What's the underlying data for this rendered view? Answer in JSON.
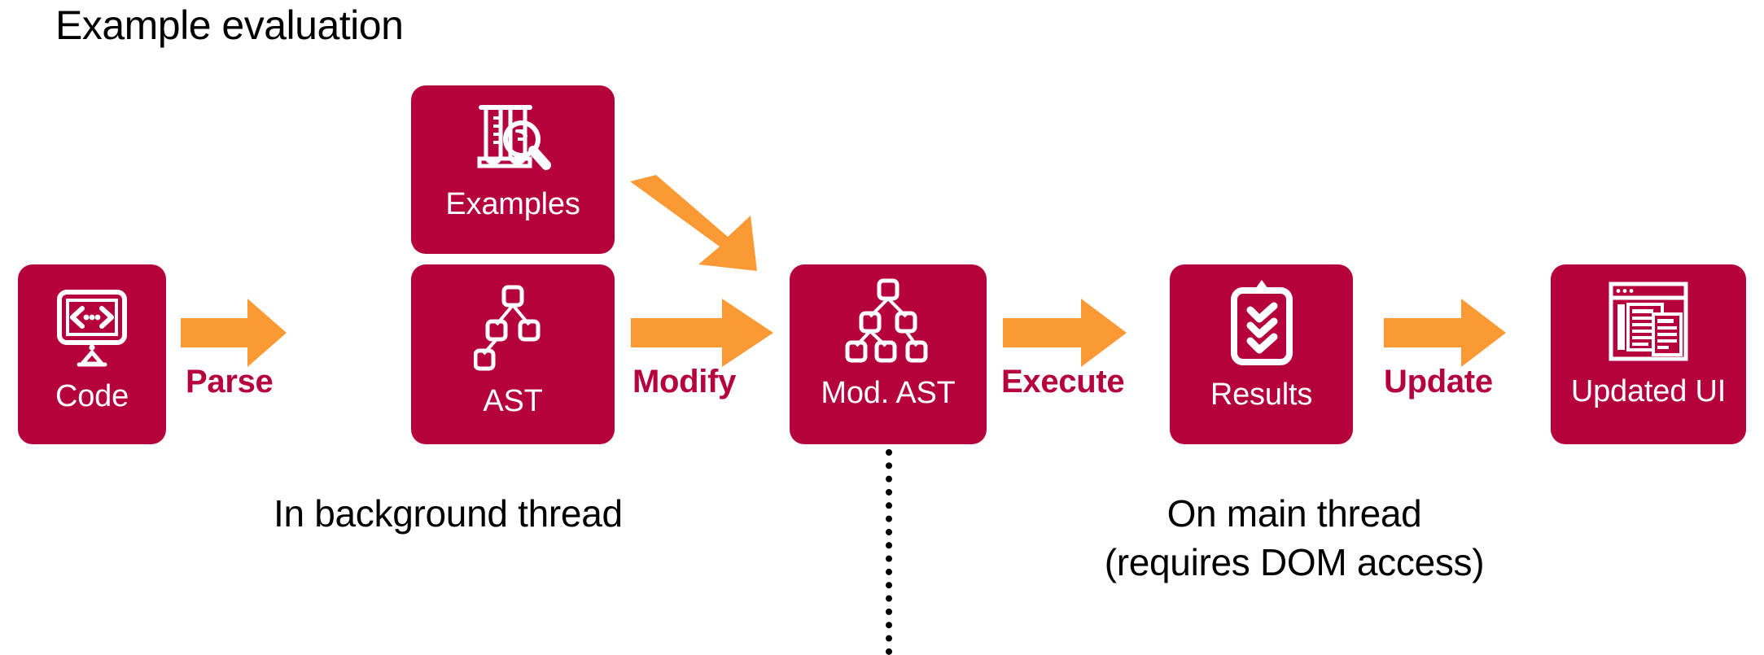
{
  "page": {
    "title": "Example evaluation",
    "background_color": "#FFFFFF"
  },
  "colors": {
    "brand_crimson": "#B5013C",
    "arrow_orange": "#FB9A35",
    "box_text": "#FFFFFF",
    "note_text": "#000000"
  },
  "pipeline": {
    "nodes": [
      {
        "id": "code",
        "label": "Code",
        "icon": "monitor-code-icon"
      },
      {
        "id": "examples",
        "label": "Examples",
        "icon": "test-tubes-magnifier-icon"
      },
      {
        "id": "ast",
        "label": "AST",
        "icon": "tree-nodes-icon"
      },
      {
        "id": "mod-ast",
        "label": "Mod. AST",
        "icon": "tree-nodes-full-icon"
      },
      {
        "id": "results",
        "label": "Results",
        "icon": "clipboard-checks-icon"
      },
      {
        "id": "updated-ui",
        "label": "Updated UI",
        "icon": "browser-window-icon"
      }
    ],
    "transitions": [
      {
        "id": "parse",
        "label": "Parse",
        "from": "code",
        "to": "ast",
        "direction": "right"
      },
      {
        "id": "modify",
        "label": "Modify",
        "from": "ast",
        "to": "mod-ast",
        "direction": "right"
      },
      {
        "id": "inject",
        "label": "",
        "from": "examples",
        "to": "mod-ast",
        "direction": "diagonal-down-right"
      },
      {
        "id": "execute",
        "label": "Execute",
        "from": "mod-ast",
        "to": "results",
        "direction": "right"
      },
      {
        "id": "update",
        "label": "Update",
        "from": "results",
        "to": "updated-ui",
        "direction": "right"
      }
    ]
  },
  "annotations": {
    "background_thread": "In background thread",
    "main_thread_line1": "On main thread",
    "main_thread_line2": "(requires DOM access)",
    "divider_style": "dotted-vertical"
  }
}
